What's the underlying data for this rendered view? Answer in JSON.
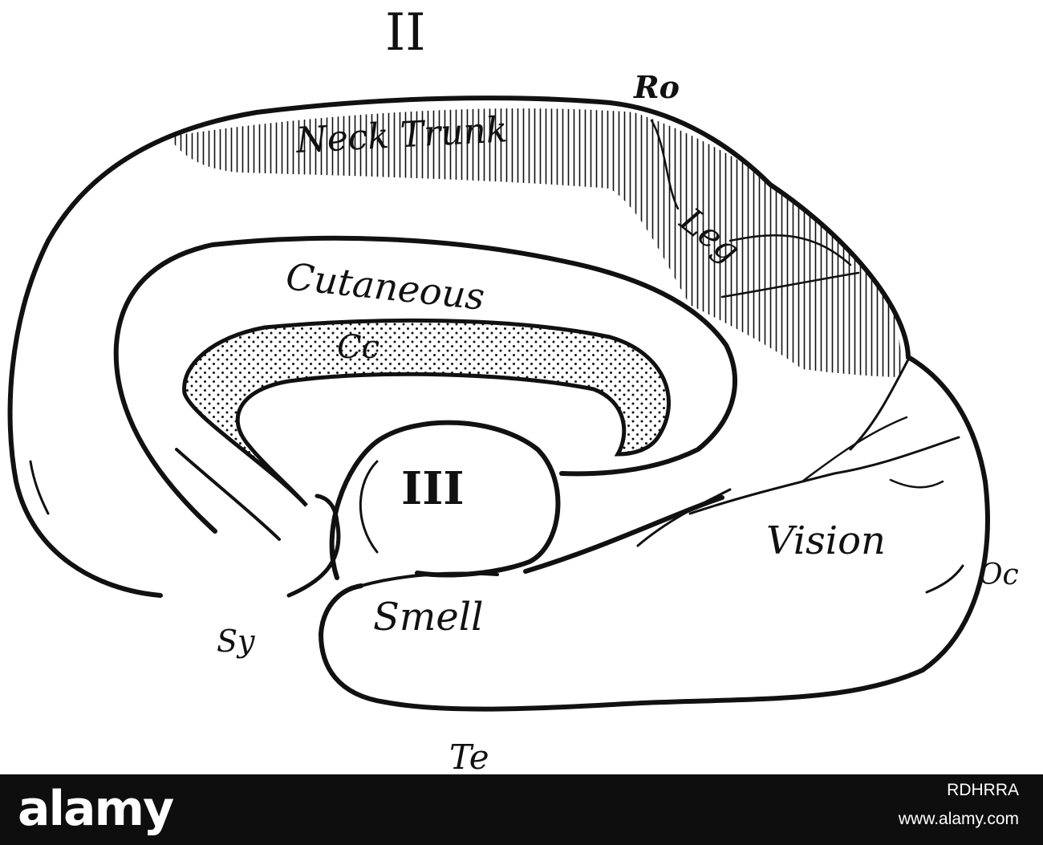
{
  "figure": {
    "panel_label": "II",
    "regions": {
      "neck_trunk": "Neck Trunk",
      "leg": "Leg",
      "cutaneous": "Cutaneous",
      "cc": "Cc",
      "third_ventricle": "III",
      "vision": "Vision",
      "smell": "Smell"
    },
    "landmarks": {
      "ro": "Ro",
      "oc": "Oc",
      "sy": "Sy",
      "te": "Te"
    }
  },
  "watermark": {
    "logo": "alamy",
    "image_id": "RDHRRA",
    "url": "www.alamy.com"
  }
}
